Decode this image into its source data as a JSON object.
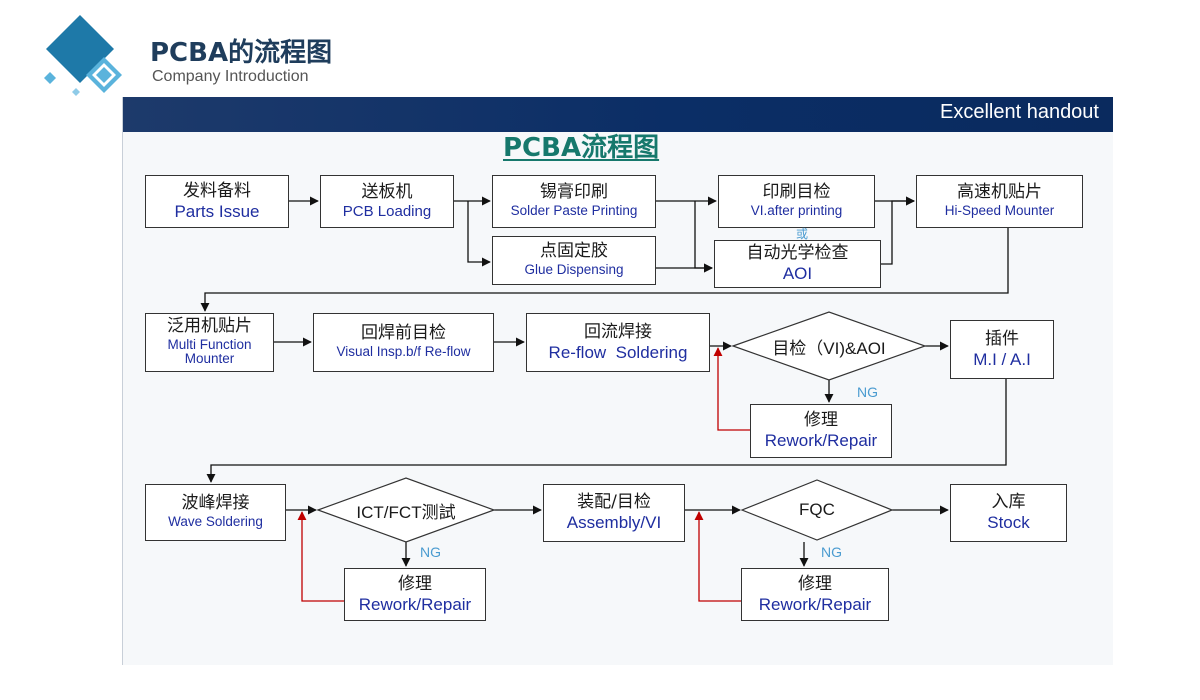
{
  "header": {
    "title": "PCBA的流程图",
    "subtitle": "Company Introduction"
  },
  "band": {
    "text": "Excellent handout"
  },
  "diagram": {
    "title": "PCBA流程图",
    "or_label": "或",
    "ng_label": "NG",
    "colors": {
      "arrow": "#111111",
      "feedback": "#c00000",
      "band": "#0b2e66",
      "title": "#16786c",
      "english": "#1f2ea0"
    },
    "nodes": {
      "parts_issue": {
        "zh": "发料备料",
        "en": "Parts Issue"
      },
      "pcb_loading": {
        "zh": "送板机",
        "en": "PCB Loading"
      },
      "solder_paste": {
        "zh": "锡膏印刷",
        "en": "Solder Paste Printing"
      },
      "vi_after_print": {
        "zh": "印刷目检",
        "en": "VI.after printing"
      },
      "hi_speed": {
        "zh": "高速机贴片",
        "en": "Hi-Speed Mounter"
      },
      "glue": {
        "zh": "点固定胶",
        "en": "Glue Dispensing"
      },
      "aoi": {
        "zh": "自动光学检查",
        "en": "AOI"
      },
      "multi_func": {
        "zh": "泛用机贴片",
        "en": "Multi Function Mounter"
      },
      "visual_insp": {
        "zh": "回焊前目检",
        "en": "Visual Insp.b/f Re-flow"
      },
      "reflow": {
        "zh": "回流焊接",
        "en": "Re-flow  Soldering"
      },
      "vi_aoi": {
        "label": "目检（VI)&AOI"
      },
      "mi_ai": {
        "zh": "插件",
        "en": "M.I / A.I"
      },
      "rework1": {
        "zh": "修理",
        "en": "Rework/Repair"
      },
      "wave": {
        "zh": "波峰焊接",
        "en": "Wave Soldering"
      },
      "ict_fct": {
        "label": "ICT/FCT测試"
      },
      "assembly": {
        "zh": "装配/目检",
        "en": "Assembly/VI"
      },
      "fqc": {
        "label": "FQC"
      },
      "stock": {
        "zh": "入库",
        "en": "Stock"
      },
      "rework2": {
        "zh": "修理",
        "en": "Rework/Repair"
      },
      "rework3": {
        "zh": "修理",
        "en": "Rework/Repair"
      }
    }
  }
}
